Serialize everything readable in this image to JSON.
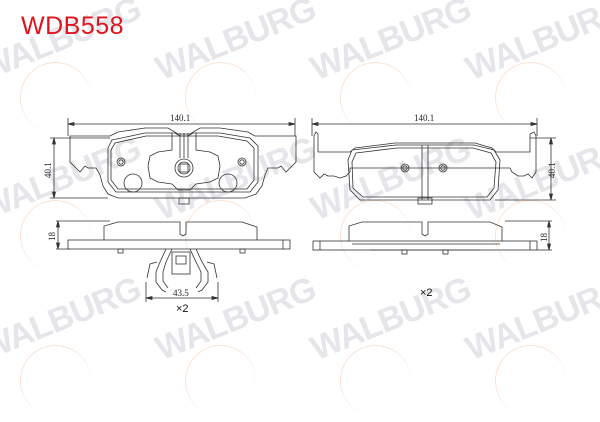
{
  "header": {
    "part_number": "WDB558",
    "part_number_color": "#e0141e"
  },
  "watermark": {
    "text": "WALBURG",
    "color": "#e6e6ea",
    "arc_color": "#fbe3d3"
  },
  "left_pad": {
    "front_view": {
      "width_dim": "140.1",
      "height_dim": "40.1"
    },
    "side_view": {
      "thickness_dim": "18"
    },
    "clip": {
      "width_dim": "43.5",
      "quantity": "×2"
    }
  },
  "right_pad": {
    "front_view": {
      "width_dim": "140.1",
      "height_dim": "40.1"
    },
    "side_view": {
      "thickness_dim": "18"
    },
    "quantity": "×2"
  }
}
